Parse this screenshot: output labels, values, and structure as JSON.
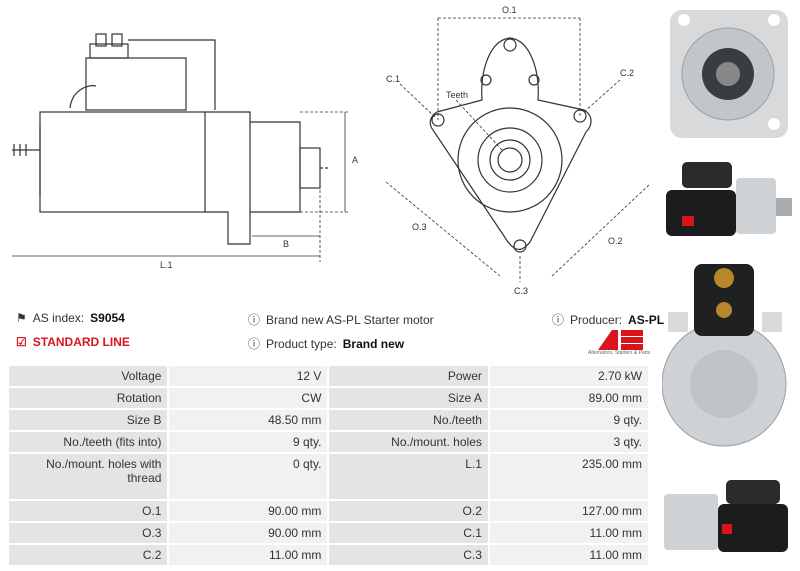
{
  "drawing": {
    "dims": {
      "o1": "O.1",
      "c1": "C.1",
      "c2": "C.2",
      "teeth": "Teeth",
      "a": "A",
      "b": "B",
      "l1": "L.1",
      "o2": "O.2",
      "o3": "O.3",
      "c3": "C.3"
    }
  },
  "info": {
    "as_index_label": "AS index:",
    "as_index_value": "S9054",
    "description": "Brand new AS-PL Starter motor",
    "producer_label": "Producer:",
    "producer_value": "AS-PL",
    "standard_line": "STANDARD LINE",
    "product_type_label": "Product type:",
    "product_type_value": "Brand new"
  },
  "logo": {
    "mark": "AS",
    "tagline": "Alternators, Starters & Parts",
    "color": "#d9141b"
  },
  "specs": [
    [
      "Voltage",
      "12 V",
      "Power",
      "2.70 kW"
    ],
    [
      "Rotation",
      "CW",
      "Size A",
      "89.00 mm"
    ],
    [
      "Size B",
      "48.50 mm",
      "No./teeth",
      "9 qty."
    ],
    [
      "No./teeth (fits into)",
      "9 qty.",
      "No./mount. holes",
      "3 qty."
    ],
    [
      "No./mount. holes with thread",
      "0 qty.",
      "L.1",
      "235.00 mm"
    ],
    [
      "O.1",
      "90.00 mm",
      "O.2",
      "127.00 mm"
    ],
    [
      "O.3",
      "90.00 mm",
      "C.1",
      "11.00 mm"
    ],
    [
      "C.2",
      "11.00 mm",
      "C.3",
      "11.00 mm"
    ]
  ]
}
